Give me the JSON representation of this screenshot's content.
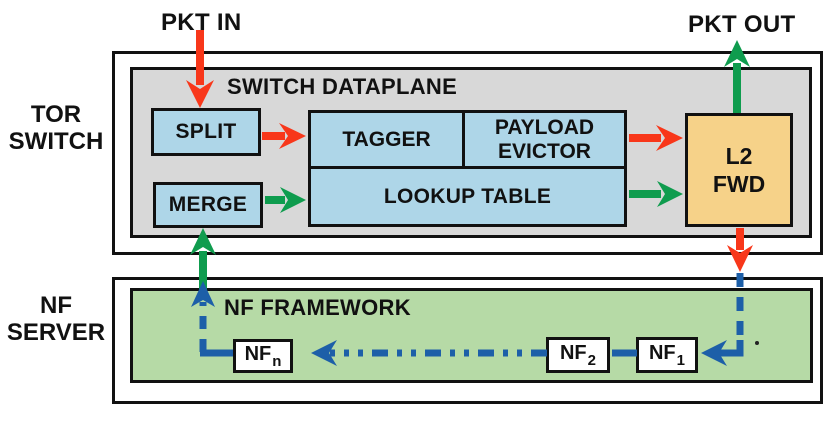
{
  "labels": {
    "pkt_in": "PKT IN",
    "pkt_out": "PKT OUT"
  },
  "tor_switch": {
    "label_line1": "TOR",
    "label_line2": "SWITCH",
    "dataplane": {
      "title": "SWITCH DATAPLANE",
      "split": "SPLIT",
      "merge": "MERGE",
      "tagger": "TAGGER",
      "payload_evictor_line1": "PAYLOAD",
      "payload_evictor_line2": "EVICTOR",
      "lookup_table": "LOOKUP TABLE",
      "l2fwd_line1": "L2",
      "l2fwd_line2": "FWD"
    }
  },
  "nf_server": {
    "label_line1": "NF",
    "label_line2": "SERVER",
    "framework": {
      "title": "NF FRAMEWORK",
      "nf_nodes": [
        {
          "base": "NF",
          "sub": "n"
        },
        {
          "base": "NF",
          "sub": "2"
        },
        {
          "base": "NF",
          "sub": "1"
        }
      ]
    }
  },
  "colors": {
    "arrow-red": "#f8371a",
    "arrow-green": "#0f9c4e",
    "arrow-blue": "#1d5fa8",
    "box-blue": "#aed6e8",
    "box-gray": "#d8d8d8",
    "box-green": "#b6daa6",
    "box-orange": "#f6d289",
    "ink": "#111111",
    "bg": "#ffffff"
  }
}
